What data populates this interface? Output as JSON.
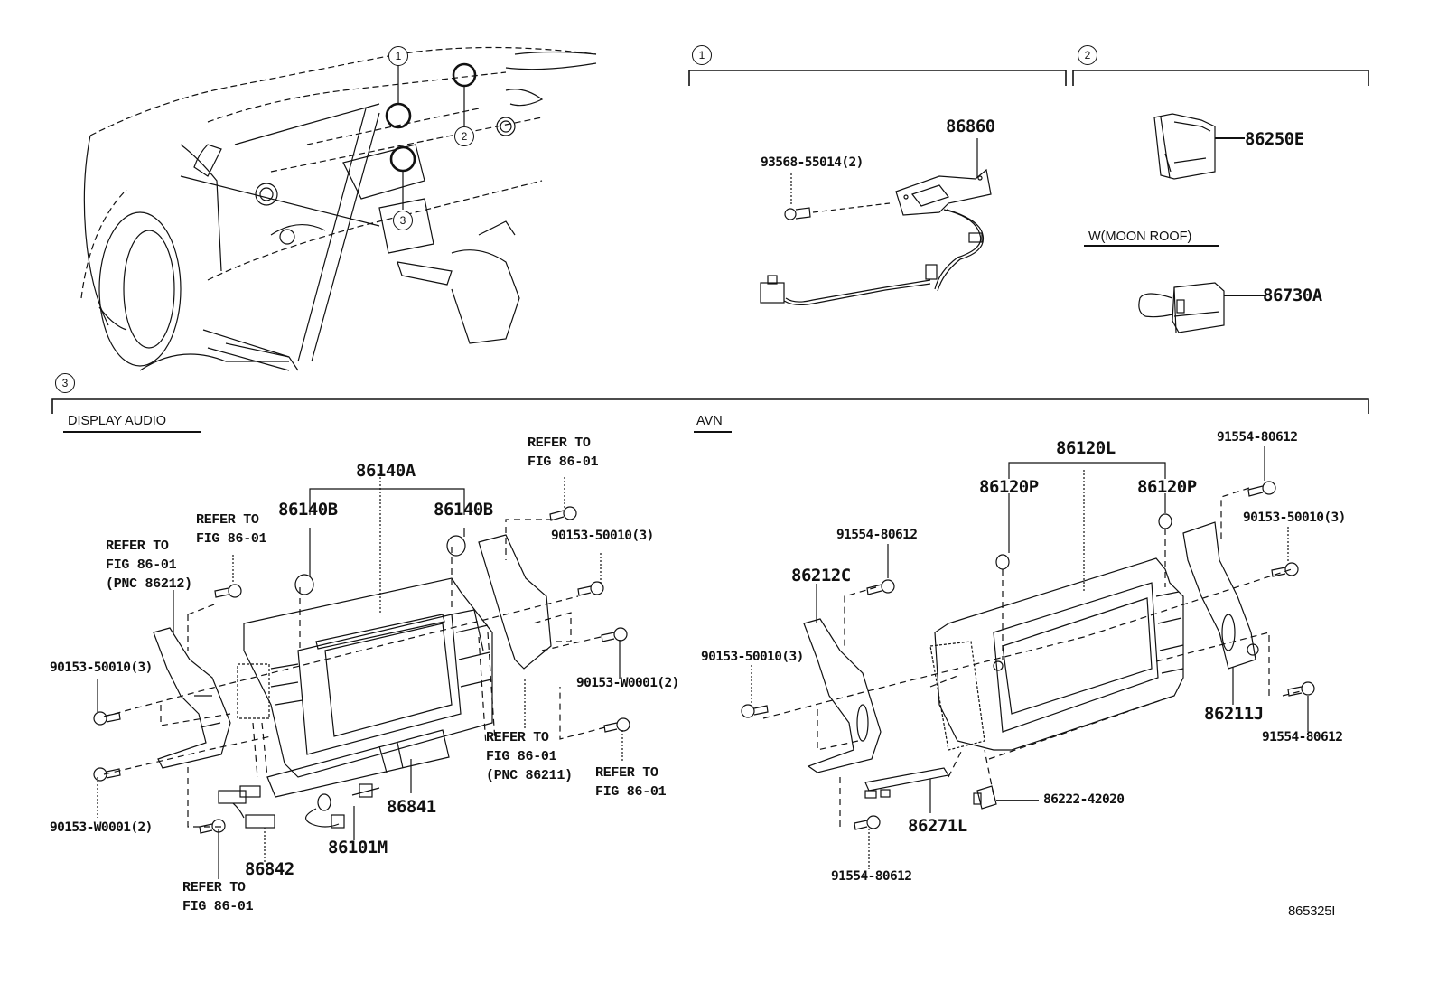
{
  "callouts": {
    "c1": "1",
    "c2": "2",
    "c3": "3"
  },
  "section1": {
    "parts": {
      "p86860": "86860",
      "p93568": "93568-55014(2)"
    }
  },
  "section2": {
    "parts": {
      "p86250E": "86250E",
      "p86730A": "86730A"
    },
    "moonroof_label": "W(MOON ROOF)"
  },
  "section3": {
    "display_audio": {
      "title": "DISPLAY AUDIO",
      "parts": {
        "p86140A": "86140A",
        "p86140B_left": "86140B",
        "p86140B_right": "86140B",
        "p90153_50010_left": "90153-50010(3)",
        "p90153_50010_right": "90153-50010(3)",
        "p90153_W0001_left": "90153-W0001(2)",
        "p90153_W0001_right": "90153-W0001(2)",
        "p86841": "86841",
        "p86842": "86842",
        "p86101M": "86101M"
      },
      "refs": {
        "ref_top": "REFER TO\nFIG 86-01",
        "ref_left_upper": "REFER TO\nFIG 86-01",
        "ref_left_pnc": "REFER TO\nFIG 86-01\n(PNC 86212)",
        "ref_right_pnc": "REFER TO\nFIG 86-01\n(PNC 86211)",
        "ref_right_bottom": "REFER TO\nFIG 86-01",
        "ref_bottom": "REFER TO\nFIG 86-01"
      }
    },
    "avn": {
      "title": "AVN",
      "parts": {
        "p86120L": "86120L",
        "p86120P_left": "86120P",
        "p86120P_right": "86120P",
        "p91554_top_right": "91554-80612",
        "p91554_left": "91554-80612",
        "p91554_right_bottom": "91554-80612",
        "p91554_bottom": "91554-80612",
        "p90153_50010_right": "90153-50010(3)",
        "p90153_50010_left": "90153-50010(3)",
        "p86212C": "86212C",
        "p86211J": "86211J",
        "p86271L": "86271L",
        "p86222": "86222-42020"
      }
    }
  },
  "figure_code": "865325I"
}
